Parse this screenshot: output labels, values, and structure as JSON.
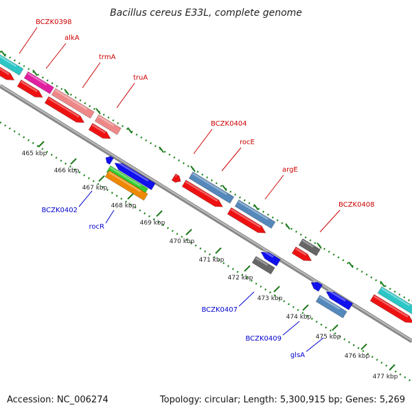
{
  "title": "Bacillus cereus E33L, complete genome",
  "footer": {
    "accession": "Accession: NC_006274",
    "summary": "Topology: circular; Length: 5,300,915 bp; Genes: 5,269"
  },
  "colors": {
    "forward_label": "#cc0000",
    "reverse_label": "#0000cc",
    "backbone": "#888888",
    "ruler": "#228822"
  },
  "kbp_ticks": [
    "465 kbp",
    "466 kbp",
    "467 kbp",
    "468 kbp",
    "469 kbp",
    "470 kbp",
    "471 kbp",
    "472 kbp",
    "473 kbp",
    "474 kbp",
    "475 kbp",
    "476 kbp",
    "477 kbp"
  ],
  "forward_labels": [
    "BCZK0398",
    "alkA",
    "trmA",
    "truA",
    "BCZK0404",
    "rocE",
    "argE",
    "BCZK0408"
  ],
  "reverse_labels": [
    "BCZK0402",
    "rocR",
    "BCZK0407",
    "BCZK0409",
    "glsA"
  ]
}
